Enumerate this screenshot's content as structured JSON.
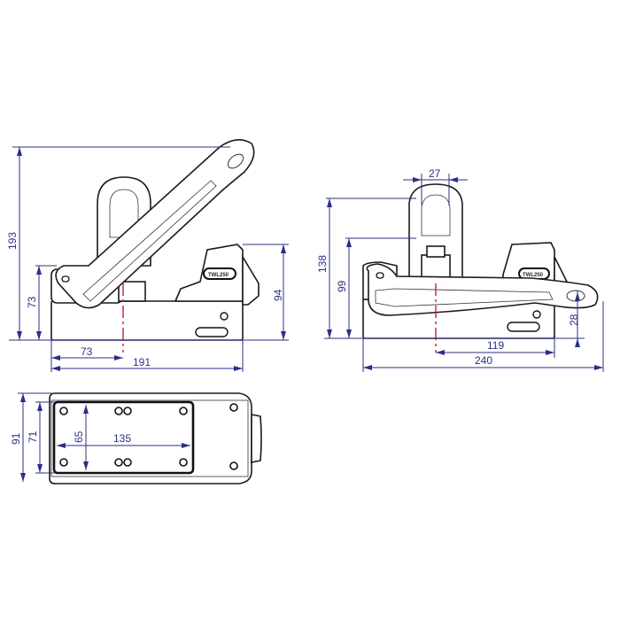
{
  "colors": {
    "dimension": "#2b2f86",
    "centerline": "#c0262a",
    "outline": "#1a1a1a"
  },
  "views": {
    "side_left": {
      "dims": {
        "total_height": "193",
        "base_height": "73",
        "right_height": "94",
        "center_offset": "73",
        "total_width": "191"
      },
      "label_tag": "TWL250"
    },
    "side_right": {
      "dims": {
        "eye_width": "27",
        "total_height": "138",
        "height_99": "99",
        "handle_height": "28",
        "center_to_edge": "119",
        "total_width": "240"
      },
      "label_tag": "TWL250"
    },
    "bottom": {
      "dims": {
        "outer_width": "91",
        "inner_width": "71",
        "plate_height": "65",
        "plate_length": "135"
      }
    }
  }
}
